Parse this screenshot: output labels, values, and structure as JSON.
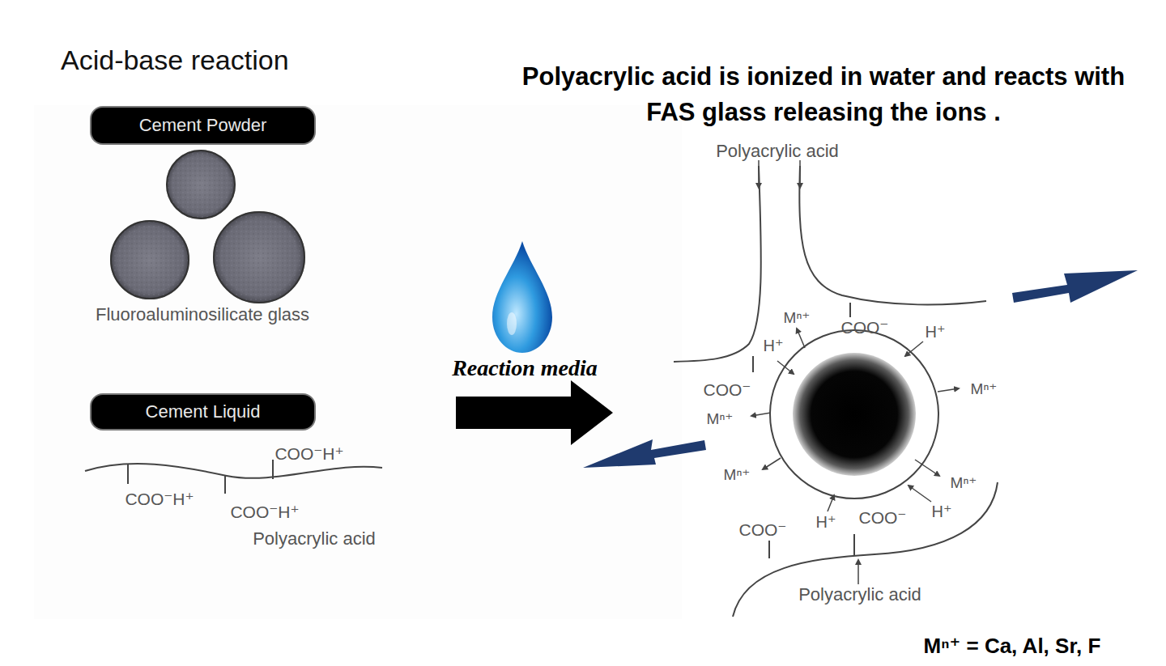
{
  "diagram": {
    "title": "Acid-base reaction",
    "nodes": [
      {
        "text": [
          "Cement Powder"
        ]
      },
      {
        "text": [
          "Cement Liquid"
        ]
      }
    ],
    "labels": [
      "Polyacrylic acid is ionized in water and reacts with FAS glass releasing the ions .",
      "Fluoroaluminosilicate glass",
      "COO⁻H⁺",
      "COO⁻H⁺",
      "COO⁻H⁺",
      "Polyacrylic acid",
      "Reaction media",
      "Polyacrylic acid",
      "Mⁿ⁺",
      "COO⁻",
      "H⁺",
      "H⁺",
      "COO⁻",
      "Mⁿ⁺",
      "Mⁿ⁺",
      "Mⁿ⁺",
      "Mⁿ⁺",
      "COO⁻",
      "H⁺",
      "COO⁻",
      "H⁺",
      "Polyacrylic acid",
      "Mⁿ⁺ = Ca, Al, Sr, F"
    ]
  }
}
